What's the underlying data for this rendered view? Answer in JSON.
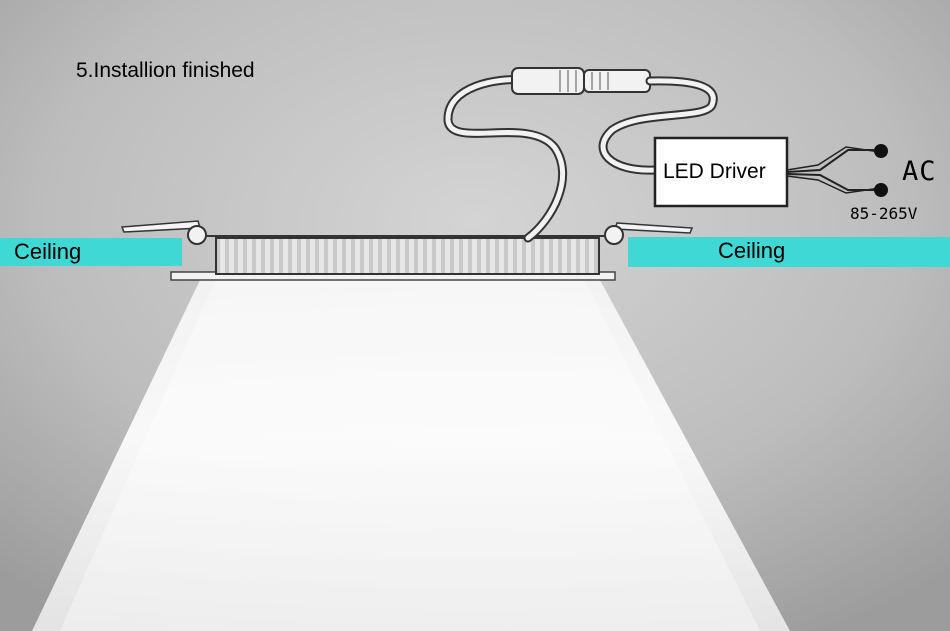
{
  "title": "5.Installion finished",
  "ceiling_left": "Ceiling",
  "ceiling_right": "Ceiling",
  "driver": "LED Driver",
  "ac": "AC",
  "voltage": "85-265V",
  "colors": {
    "background": "#b8b8b8",
    "ceiling": "#3fd8d4",
    "driver_box": "#ffffff",
    "panel": "#dcdcdc",
    "light_beam": "#ffffff"
  }
}
